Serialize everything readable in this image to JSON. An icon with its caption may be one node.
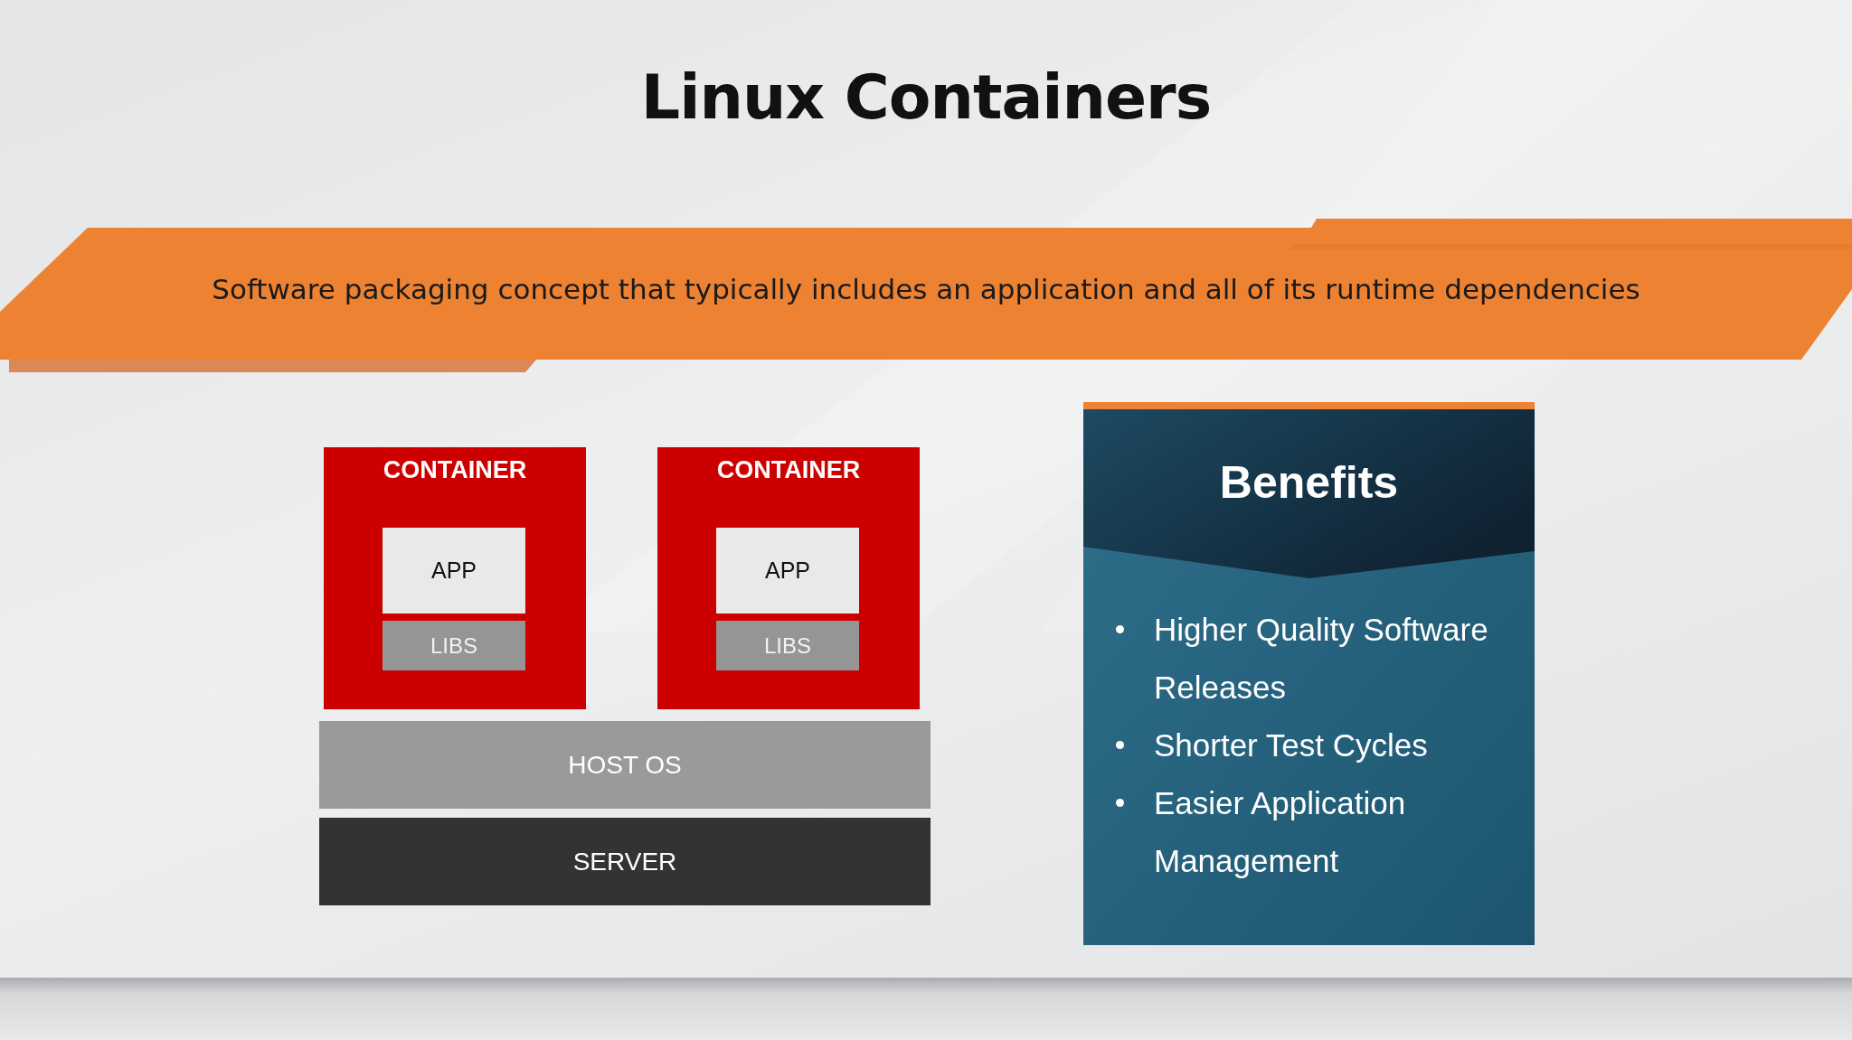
{
  "diagram": {
    "title": "Linux Containers",
    "nodes": [
      {
        "text": [
          "Software packaging concept that typically includes an application and all of its runtime dependencies"
        ]
      },
      {
        "text": [
          "CONTAINER"
        ]
      },
      {
        "text": [
          "APP"
        ],
        "in": 1
      },
      {
        "text": [
          "LIBS"
        ],
        "in": 1
      },
      {
        "text": [
          "CONTAINER"
        ]
      },
      {
        "text": [
          "APP"
        ],
        "in": 4
      },
      {
        "text": [
          "LIBS"
        ],
        "in": 4
      },
      {
        "text": [
          "HOST OS"
        ]
      },
      {
        "text": [
          "SERVER"
        ]
      },
      {
        "text": [
          "Benefits",
          "Higher Quality Software Releases",
          "Shorter Test Cycles",
          "Easier Application Management"
        ]
      }
    ]
  }
}
